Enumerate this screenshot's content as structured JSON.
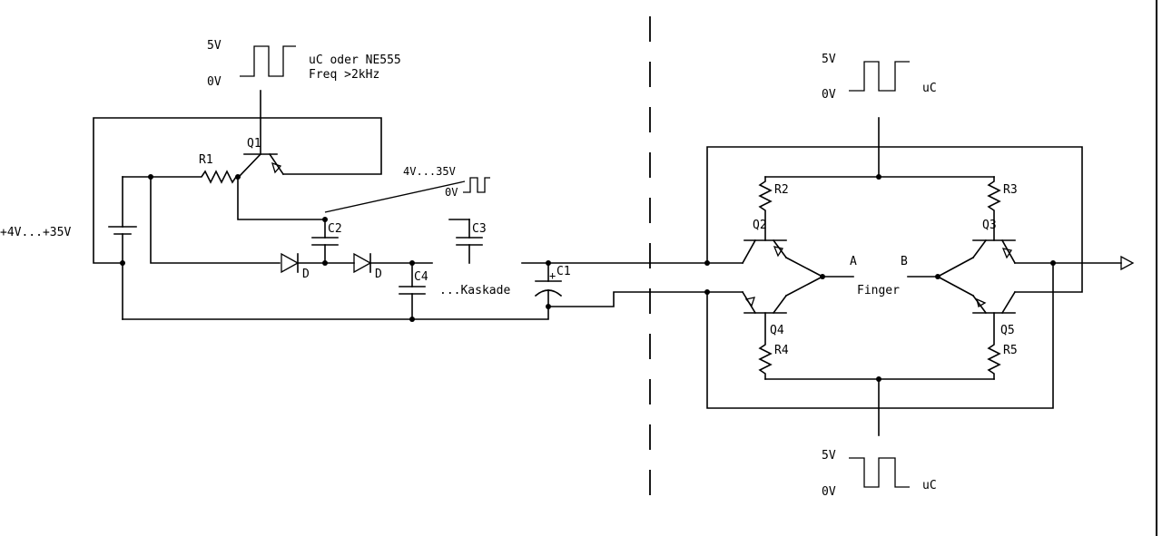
{
  "labels": {
    "v5_a": "5V",
    "v0_a": "0V",
    "uc_ne555": "uC oder NE555",
    "freq": "Freq >2kHz",
    "q1": "Q1",
    "r1": "R1",
    "supply": "+4V...+35V",
    "c2": "C2",
    "c3": "C3",
    "c4": "C4",
    "c1": "C1",
    "plus": "+",
    "d1": "D",
    "d2": "D",
    "kaskade": "...Kaskade",
    "range_4_35": "4V...35V",
    "v0_b": "0V",
    "v5_top": "5V",
    "v0_top": "0V",
    "uc_top": "uC",
    "r2": "R2",
    "r3": "R3",
    "q2": "Q2",
    "q3": "Q3",
    "node_a": "A",
    "node_b": "B",
    "finger": "Finger",
    "q4": "Q4",
    "q5": "Q5",
    "r4": "R4",
    "r5": "R5",
    "v5_bottom": "5V",
    "v0_bottom": "0V",
    "uc_bottom": "uC"
  }
}
